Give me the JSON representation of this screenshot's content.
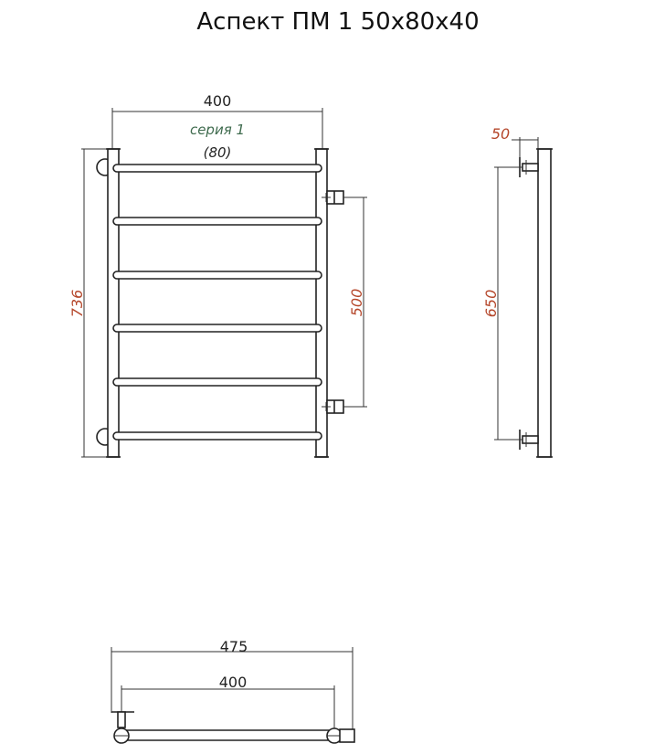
{
  "title": "Аспект ПМ 1 50x80x40",
  "front_view": {
    "width_label": "400",
    "series_label": "серия 1",
    "series_sub_label": "(80)",
    "height_label": "736",
    "connection_label": "500"
  },
  "side_view": {
    "depth_label": "50",
    "mount_label": "650"
  },
  "top_view": {
    "overall_label": "475",
    "inner_label": "400"
  },
  "colors": {
    "red_dimension": "#b5472b",
    "series_text": "#3f6b4e",
    "line": "#222222"
  }
}
